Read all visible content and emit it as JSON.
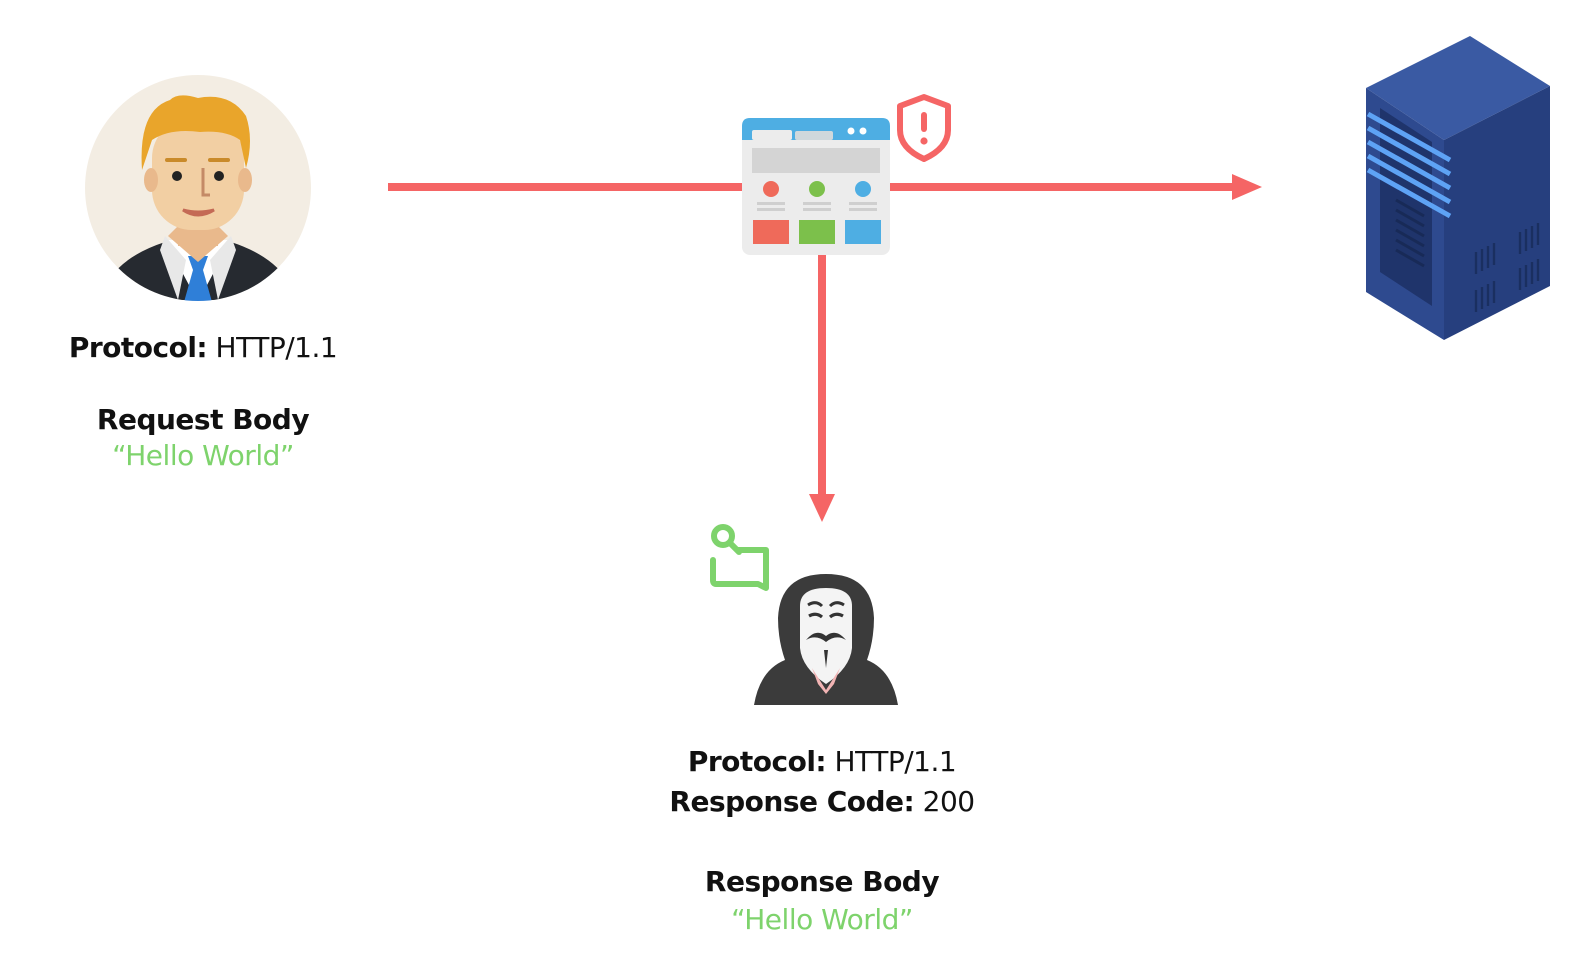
{
  "client": {
    "protocol_key": "Protocol:",
    "protocol_value": "HTTP/1.1",
    "body_heading": "Request Body",
    "body_value": "“Hello World”"
  },
  "attacker": {
    "protocol_key": "Protocol:",
    "protocol_value": "HTTP/1.1",
    "code_key": "Response Code:",
    "code_value": "200",
    "body_heading": "Response Body",
    "body_value": "“Hello World”"
  },
  "colors": {
    "arrow": "#f56565",
    "accent_green": "#7ed36c",
    "server_blue": "#2d4a8a",
    "text": "#111111"
  },
  "icons": [
    "user-avatar-icon",
    "browser-window-icon",
    "shield-alert-icon",
    "server-rack-icon",
    "hacker-icon",
    "search-message-icon"
  ]
}
